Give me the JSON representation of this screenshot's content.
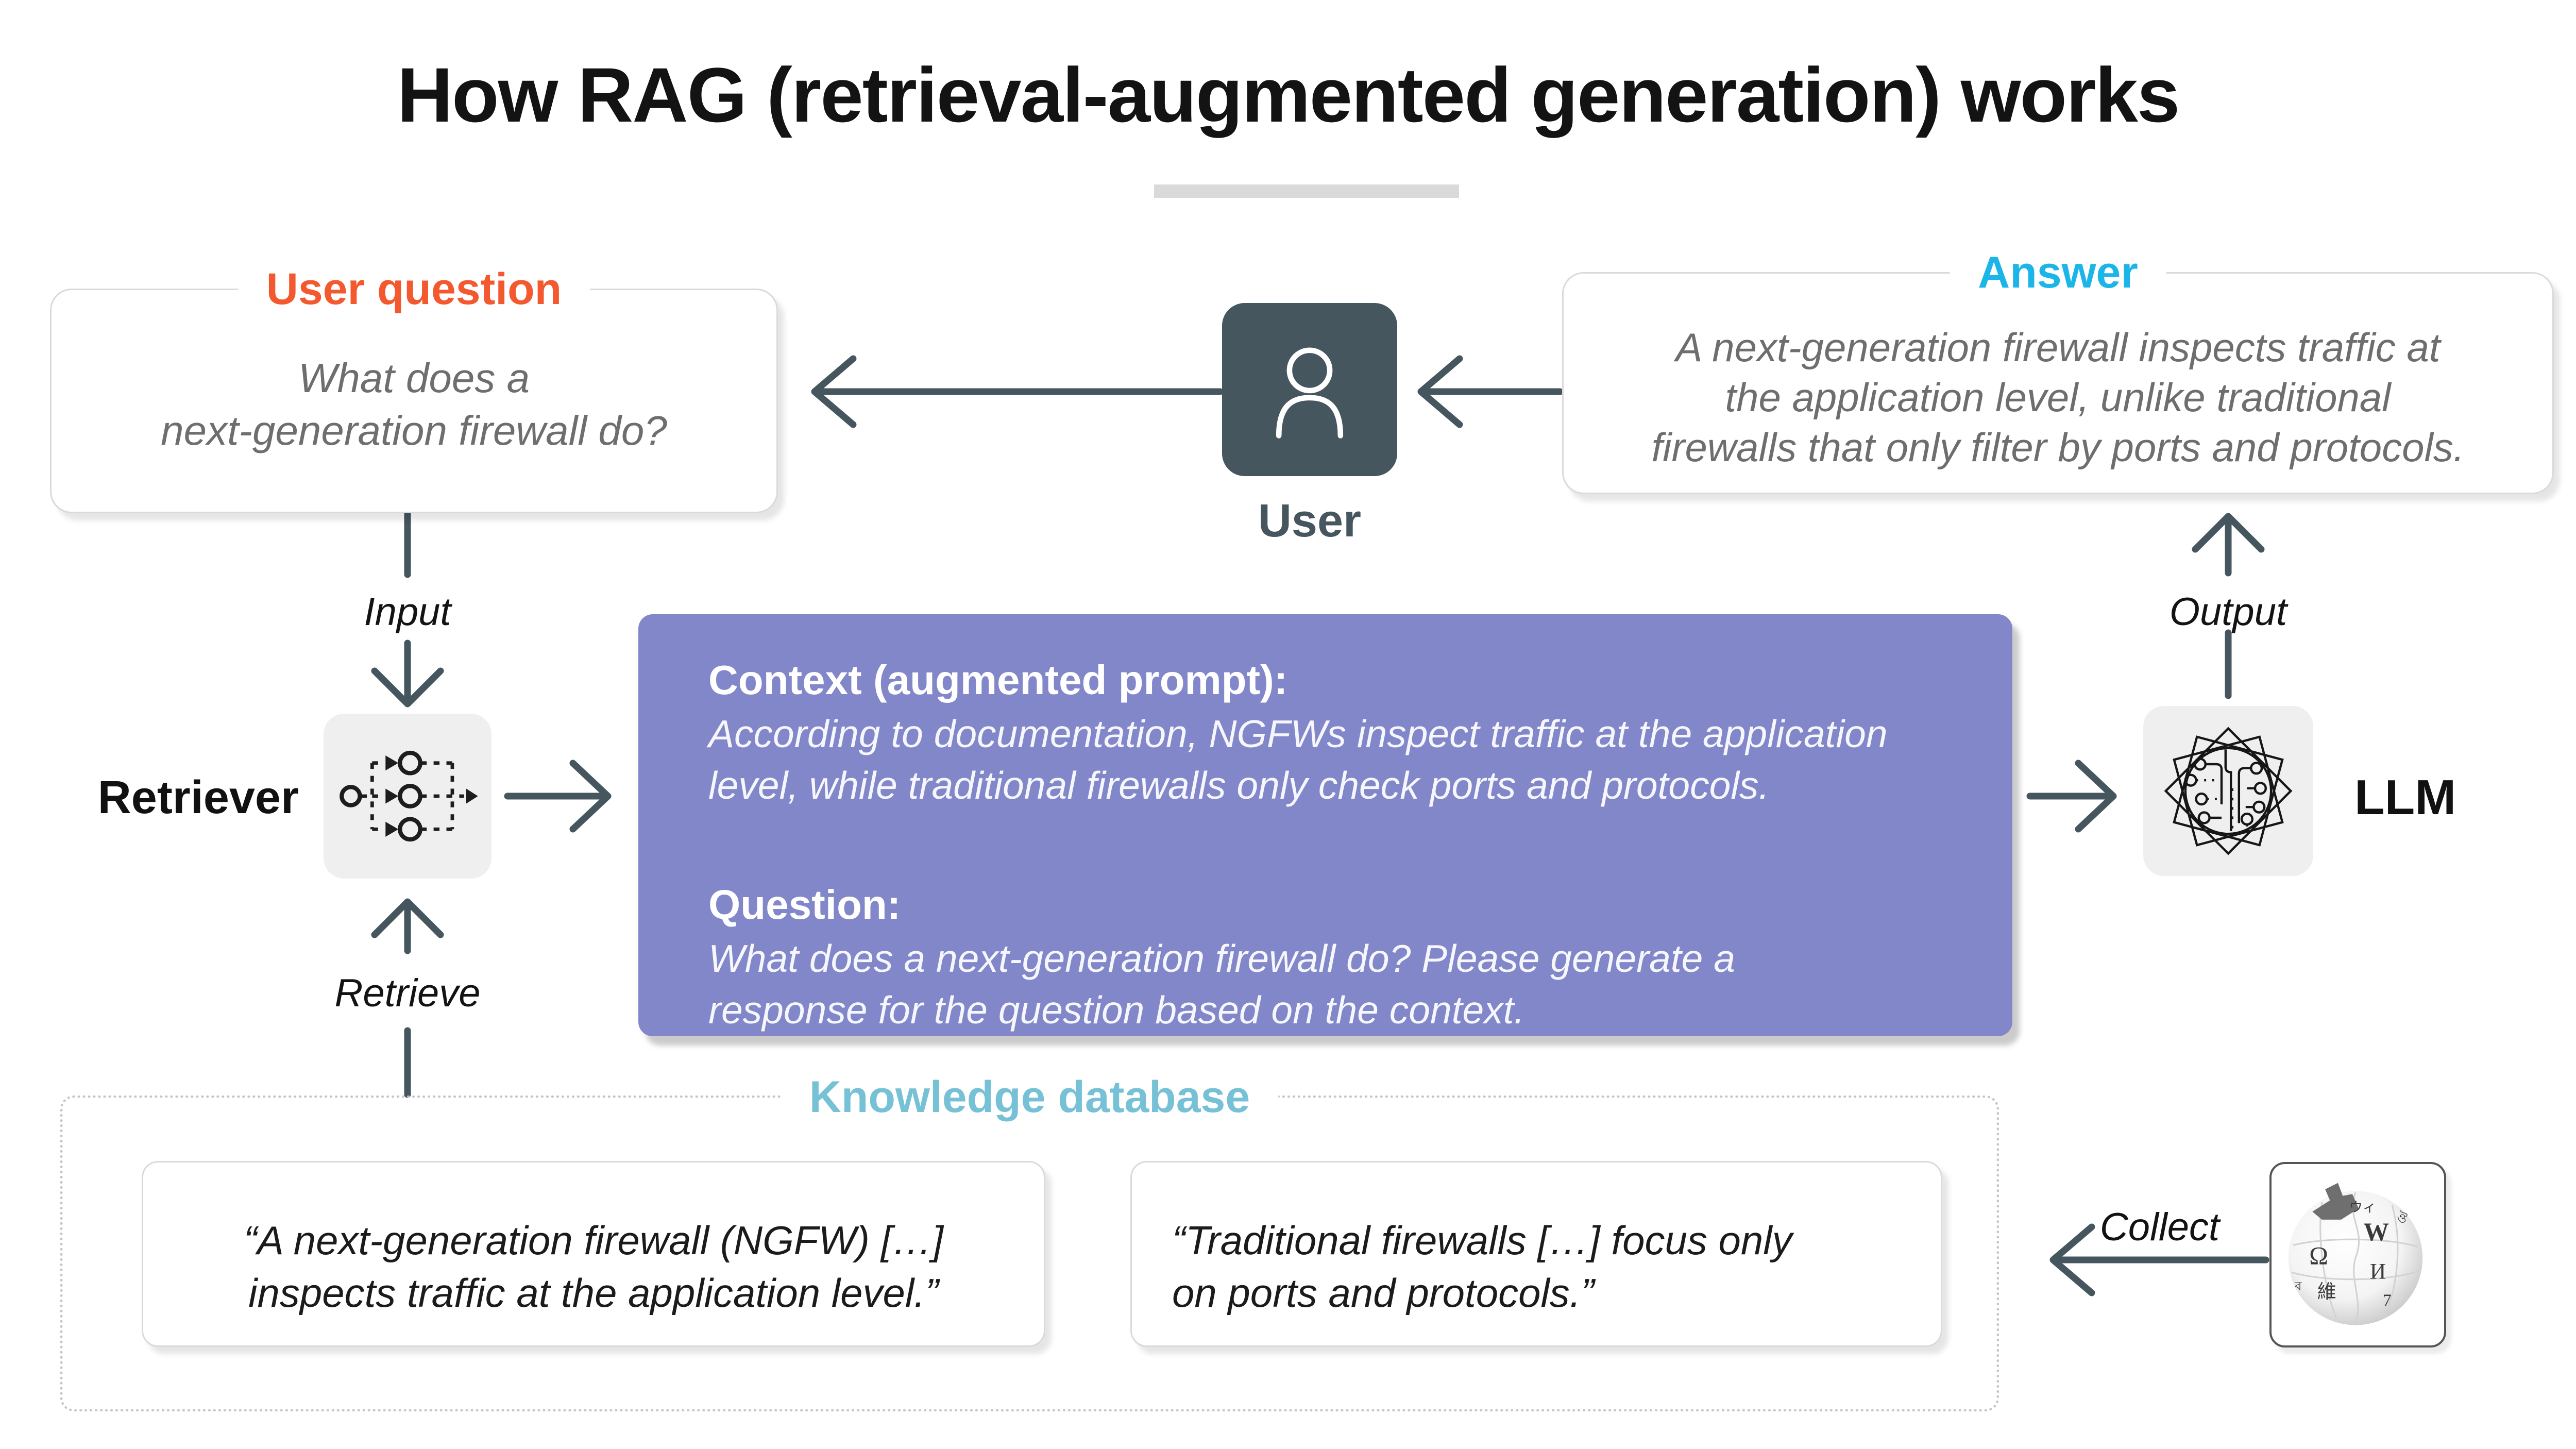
{
  "title": "How RAG (retrieval-augmented generation) works",
  "colors": {
    "accent_orange": "#F4582E",
    "accent_cyan": "#1CB5E8",
    "accent_lightblue": "#76C1D6",
    "purple": "#8287C9",
    "slate": "#45565F",
    "panel_gray": "#EFEFEF",
    "body_gray": "#6E6E6E"
  },
  "user_question": {
    "label": "User question",
    "lines": [
      "What does a",
      "next-generation firewall do?"
    ]
  },
  "user": {
    "label": "User"
  },
  "answer": {
    "label": "Answer",
    "lines": [
      "A next-generation firewall inspects traffic at",
      "the application level, unlike traditional",
      "firewalls that only filter by ports and protocols."
    ]
  },
  "flow": {
    "input": "Input",
    "retrieve": "Retrieve",
    "output": "Output",
    "collect": "Collect"
  },
  "retriever": {
    "label": "Retriever"
  },
  "llm": {
    "label": "LLM"
  },
  "context": {
    "heading": "Context (augmented prompt):",
    "lines": [
      "According to documentation, NGFWs inspect traffic at the application",
      "level, while traditional firewalls only check ports and protocols."
    ],
    "question_heading": "Question:",
    "question_lines": [
      "What does a next-generation firewall do? Please generate a",
      "response for the question based on the context."
    ]
  },
  "knowledge_db": {
    "label": "Knowledge database",
    "card1_lines": [
      "“A next-generation firewall (NGFW) […]",
      "inspects traffic at the application level.”"
    ],
    "card2_lines": [
      "“Traditional firewalls […] focus only",
      "on ports and protocols.”"
    ]
  },
  "icons": {
    "user": "person-icon",
    "retriever": "network-icon",
    "llm": "brain-circuit-icon",
    "wikipedia": "wikipedia-globe-icon"
  }
}
